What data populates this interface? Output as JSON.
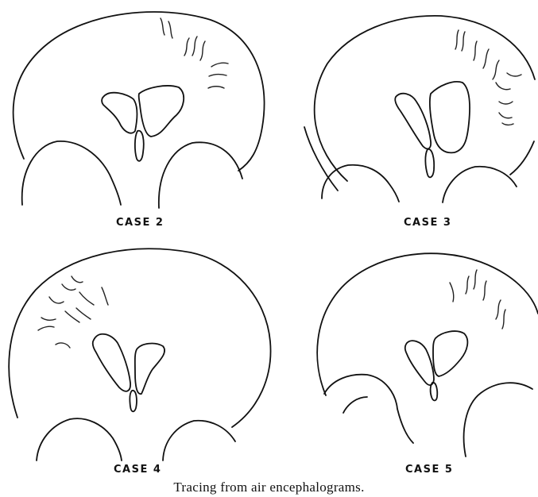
{
  "figure": {
    "case_labels": [
      "CASE 2",
      "CASE 3",
      "CASE 4",
      "CASE 5"
    ],
    "caption": "Tracing from air encephalograms."
  }
}
